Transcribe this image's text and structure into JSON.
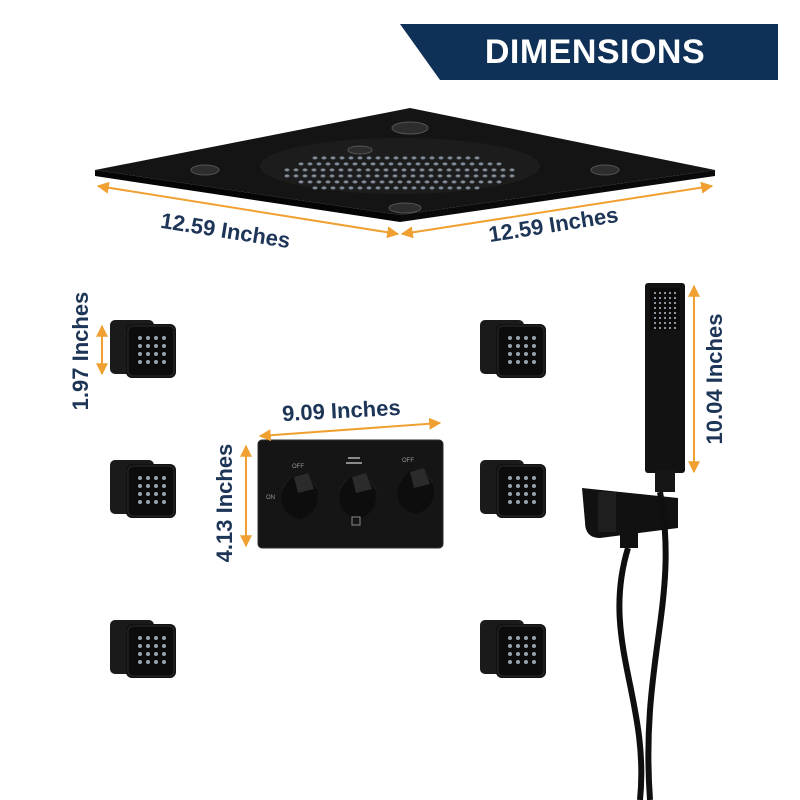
{
  "banner": {
    "title": "DIMENSIONS",
    "color": "#0f3057"
  },
  "colors": {
    "accent": "#f0a030",
    "label": "#1d3557",
    "product": "#111111"
  },
  "dimensions": {
    "showerhead_left": "12.59 Inches",
    "showerhead_right": "12.59 Inches",
    "body_jet": "1.97 Inches",
    "panel_width": "9.09 Inches",
    "panel_height": "4.13 Inches",
    "handshower": "10.04 Inches"
  },
  "panel": {
    "label_off_1": "OFF",
    "label_off_2": "OFF",
    "label_on": "ON"
  }
}
